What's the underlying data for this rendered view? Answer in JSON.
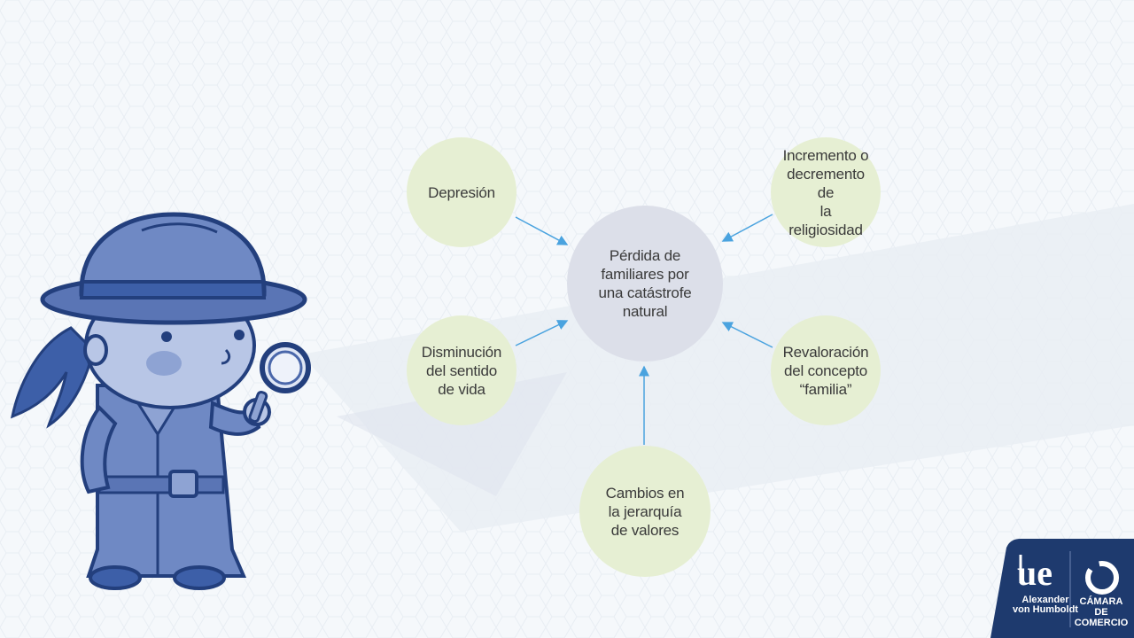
{
  "diagram": {
    "center": {
      "label": "Pérdida de\nfamiliares por\nuna catástrofe\nnatural"
    },
    "nodes": [
      {
        "id": "depresion",
        "label": "Depresión"
      },
      {
        "id": "religiosidad",
        "label": "Incremento o\ndecremento de\nla religiosidad"
      },
      {
        "id": "sentido",
        "label": "Disminución\ndel sentido\nde vida"
      },
      {
        "id": "familia",
        "label": "Revaloración\ndel concepto\n“familia”"
      },
      {
        "id": "valores",
        "label": "Cambios en\nla jerarquía\nde valores"
      }
    ],
    "colors": {
      "node_fill": "#e6efd3",
      "center_fill": "#dcdfe9",
      "arrow": "#4aa3df"
    }
  },
  "branding": {
    "university_name": "Alexander\nvon Humboldt",
    "chamber_name": "CÁMARA\nDE COMERCIO",
    "panel_color": "#1e3a6e"
  }
}
